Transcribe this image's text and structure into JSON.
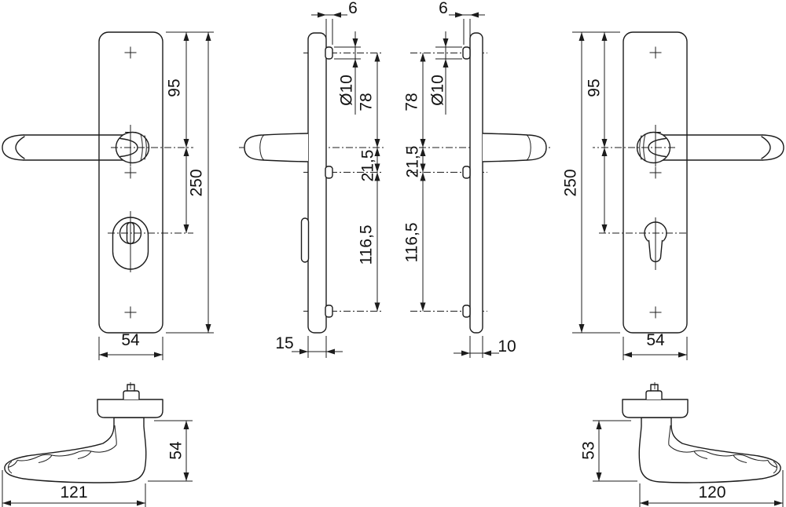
{
  "drawing": {
    "background": "#ffffff",
    "line_color": "#1c1c1c",
    "views": {
      "left_plate_front": {
        "top_to_handle": "95",
        "height": "250",
        "width": "54"
      },
      "left_plate_side": {
        "boss_offset": "6",
        "boss_diameter": "Ø10",
        "boss_to_handle": "78",
        "handle_to_screw": "21,5",
        "screw_spacing": "116,5",
        "thickness": "15"
      },
      "right_plate_side": {
        "boss_offset": "6",
        "boss_diameter": "Ø10",
        "boss_to_handle": "78",
        "handle_to_screw": "21,5",
        "screw_spacing": "116,5",
        "thickness": "10"
      },
      "right_plate_front": {
        "top_to_handle": "95",
        "height": "250",
        "width": "54"
      },
      "left_handle_profile": {
        "length": "121",
        "height": "54"
      },
      "right_handle_profile": {
        "length": "120",
        "height": "53"
      }
    }
  }
}
